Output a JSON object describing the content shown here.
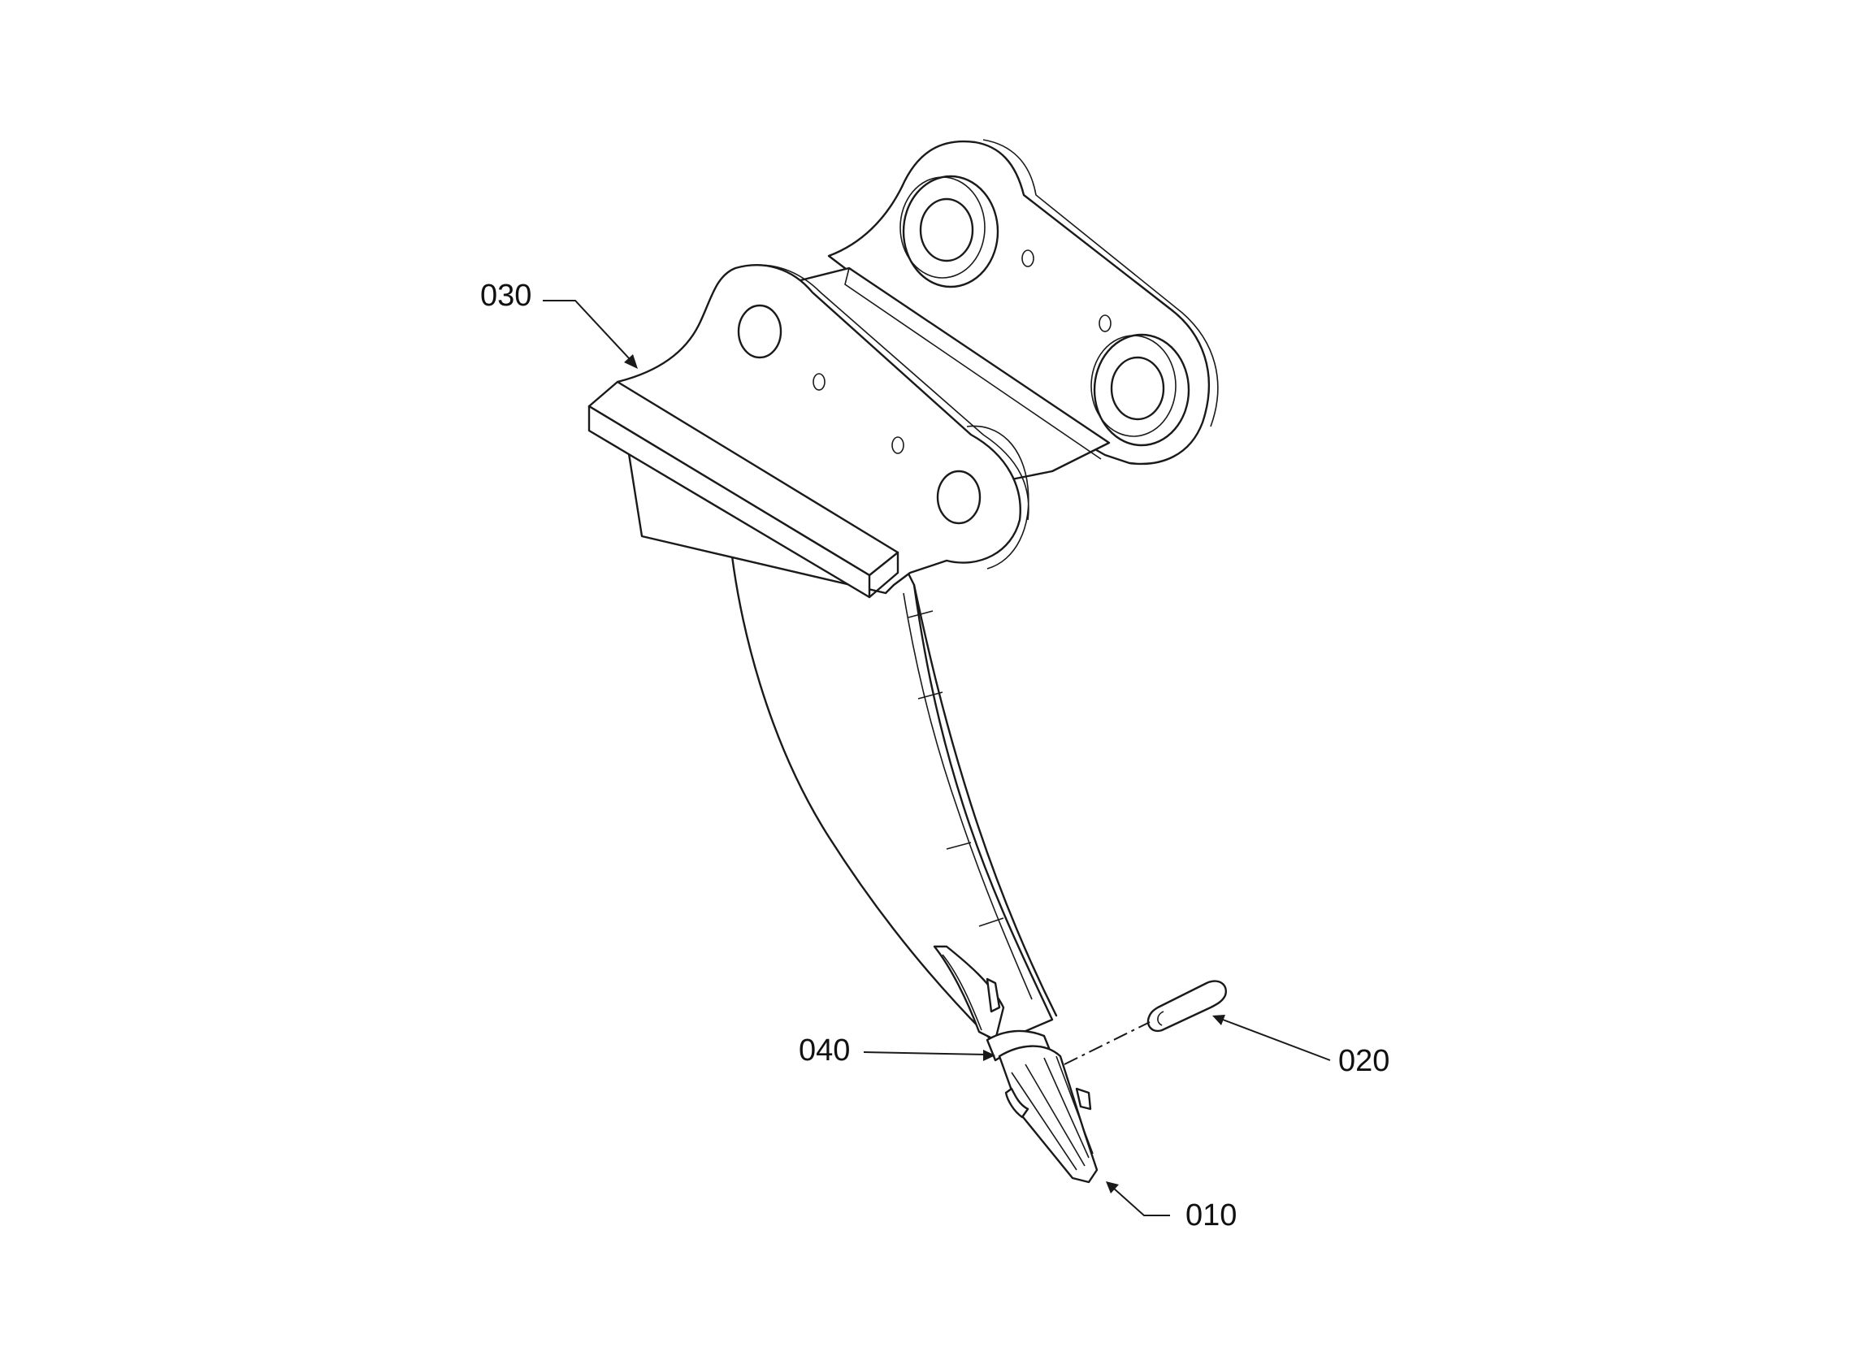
{
  "callouts": {
    "part_010": "010",
    "part_020": "020",
    "part_030": "030",
    "part_040": "040"
  },
  "colors": {
    "line": "#1a1a1a",
    "background": "#ffffff"
  }
}
